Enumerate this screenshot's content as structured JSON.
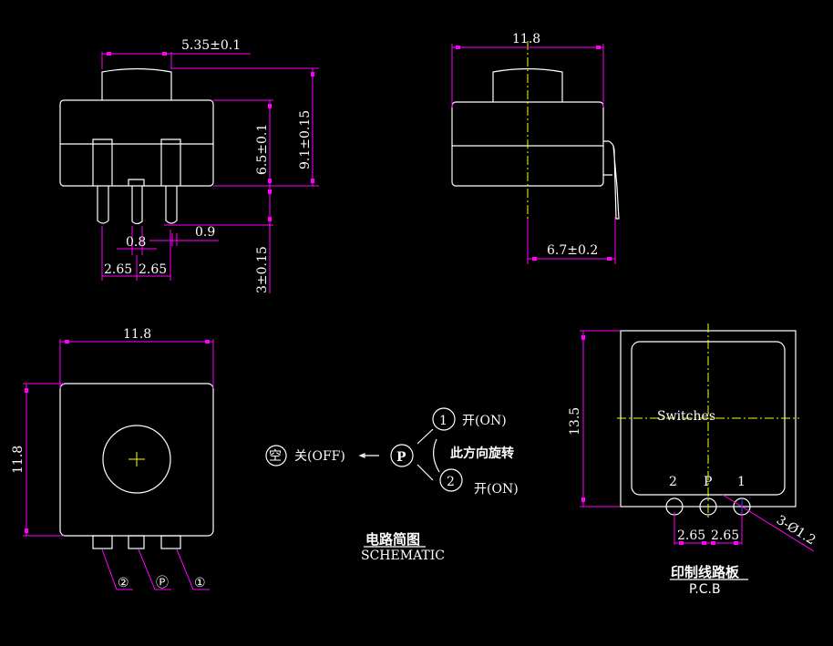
{
  "front_view": {
    "dim_cap_width": "5.35±0.1",
    "dim_body_height": "6.5±0.1",
    "dim_total_height": "9.1±0.15",
    "dim_pin_length": "3±0.15",
    "dim_pin_width_wide": "0.9",
    "dim_pin_width_narrow": "0.8",
    "dim_pitch_left": "2.65",
    "dim_pitch_right": "2.65"
  },
  "side_view": {
    "dim_width": "11.8",
    "dim_lead_offset": "6.7±0.2"
  },
  "top_view": {
    "dim_width": "11.8",
    "dim_height": "11.8",
    "pin_labels": [
      "②",
      "Ⓟ",
      "①"
    ]
  },
  "schematic": {
    "empty_label": "空",
    "off_label": "关(OFF)",
    "common_label": "P",
    "pos1_label": "1",
    "pos1_state": "开(ON)",
    "pos2_label": "2",
    "pos2_state": "开(ON)",
    "rotation_note": "此方向旋转",
    "title_cn": "电路简图",
    "title_en": "SCHEMATIC"
  },
  "pcb": {
    "component_label": "Switches",
    "dim_height": "13.5",
    "pin_labels": [
      "2",
      "P",
      "1"
    ],
    "dim_pitch_left": "2.65",
    "dim_pitch_right": "2.65",
    "hole_note": "3-Ø1.2",
    "title_cn": "印制线路板",
    "title_en": "P.C.B"
  },
  "colors": {
    "background": "#000000",
    "outline": "#ffffff",
    "dimension": "#ff00ff",
    "centerline": "#ffff00"
  }
}
